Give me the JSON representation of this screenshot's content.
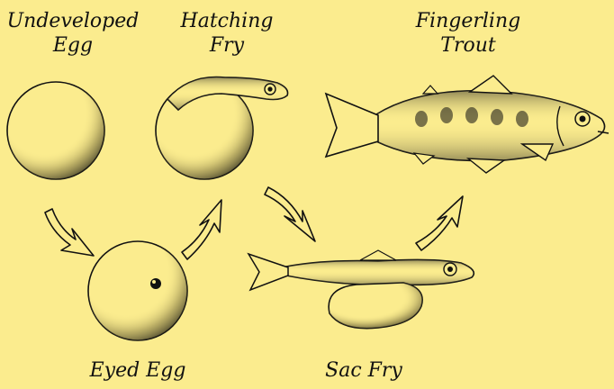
{
  "diagram": {
    "title": "",
    "background_color": "#fbec8e",
    "ink_color": "#111111",
    "stages": [
      {
        "id": "undeveloped-egg",
        "lines": [
          "Undeveloped",
          "Egg"
        ]
      },
      {
        "id": "hatching-fry",
        "lines": [
          "Hatching",
          "Fry"
        ]
      },
      {
        "id": "fingerling-trout",
        "lines": [
          "Fingerling",
          "Trout"
        ]
      },
      {
        "id": "eyed-egg",
        "lines": [
          "Eyed Egg"
        ]
      },
      {
        "id": "sac-fry",
        "lines": [
          "Sac Fry"
        ]
      }
    ],
    "arrows": [
      {
        "from": "undeveloped-egg",
        "to": "eyed-egg"
      },
      {
        "from": "eyed-egg",
        "to": "hatching-fry"
      },
      {
        "from": "hatching-fry",
        "to": "sac-fry"
      },
      {
        "from": "sac-fry",
        "to": "fingerling-trout"
      }
    ]
  }
}
